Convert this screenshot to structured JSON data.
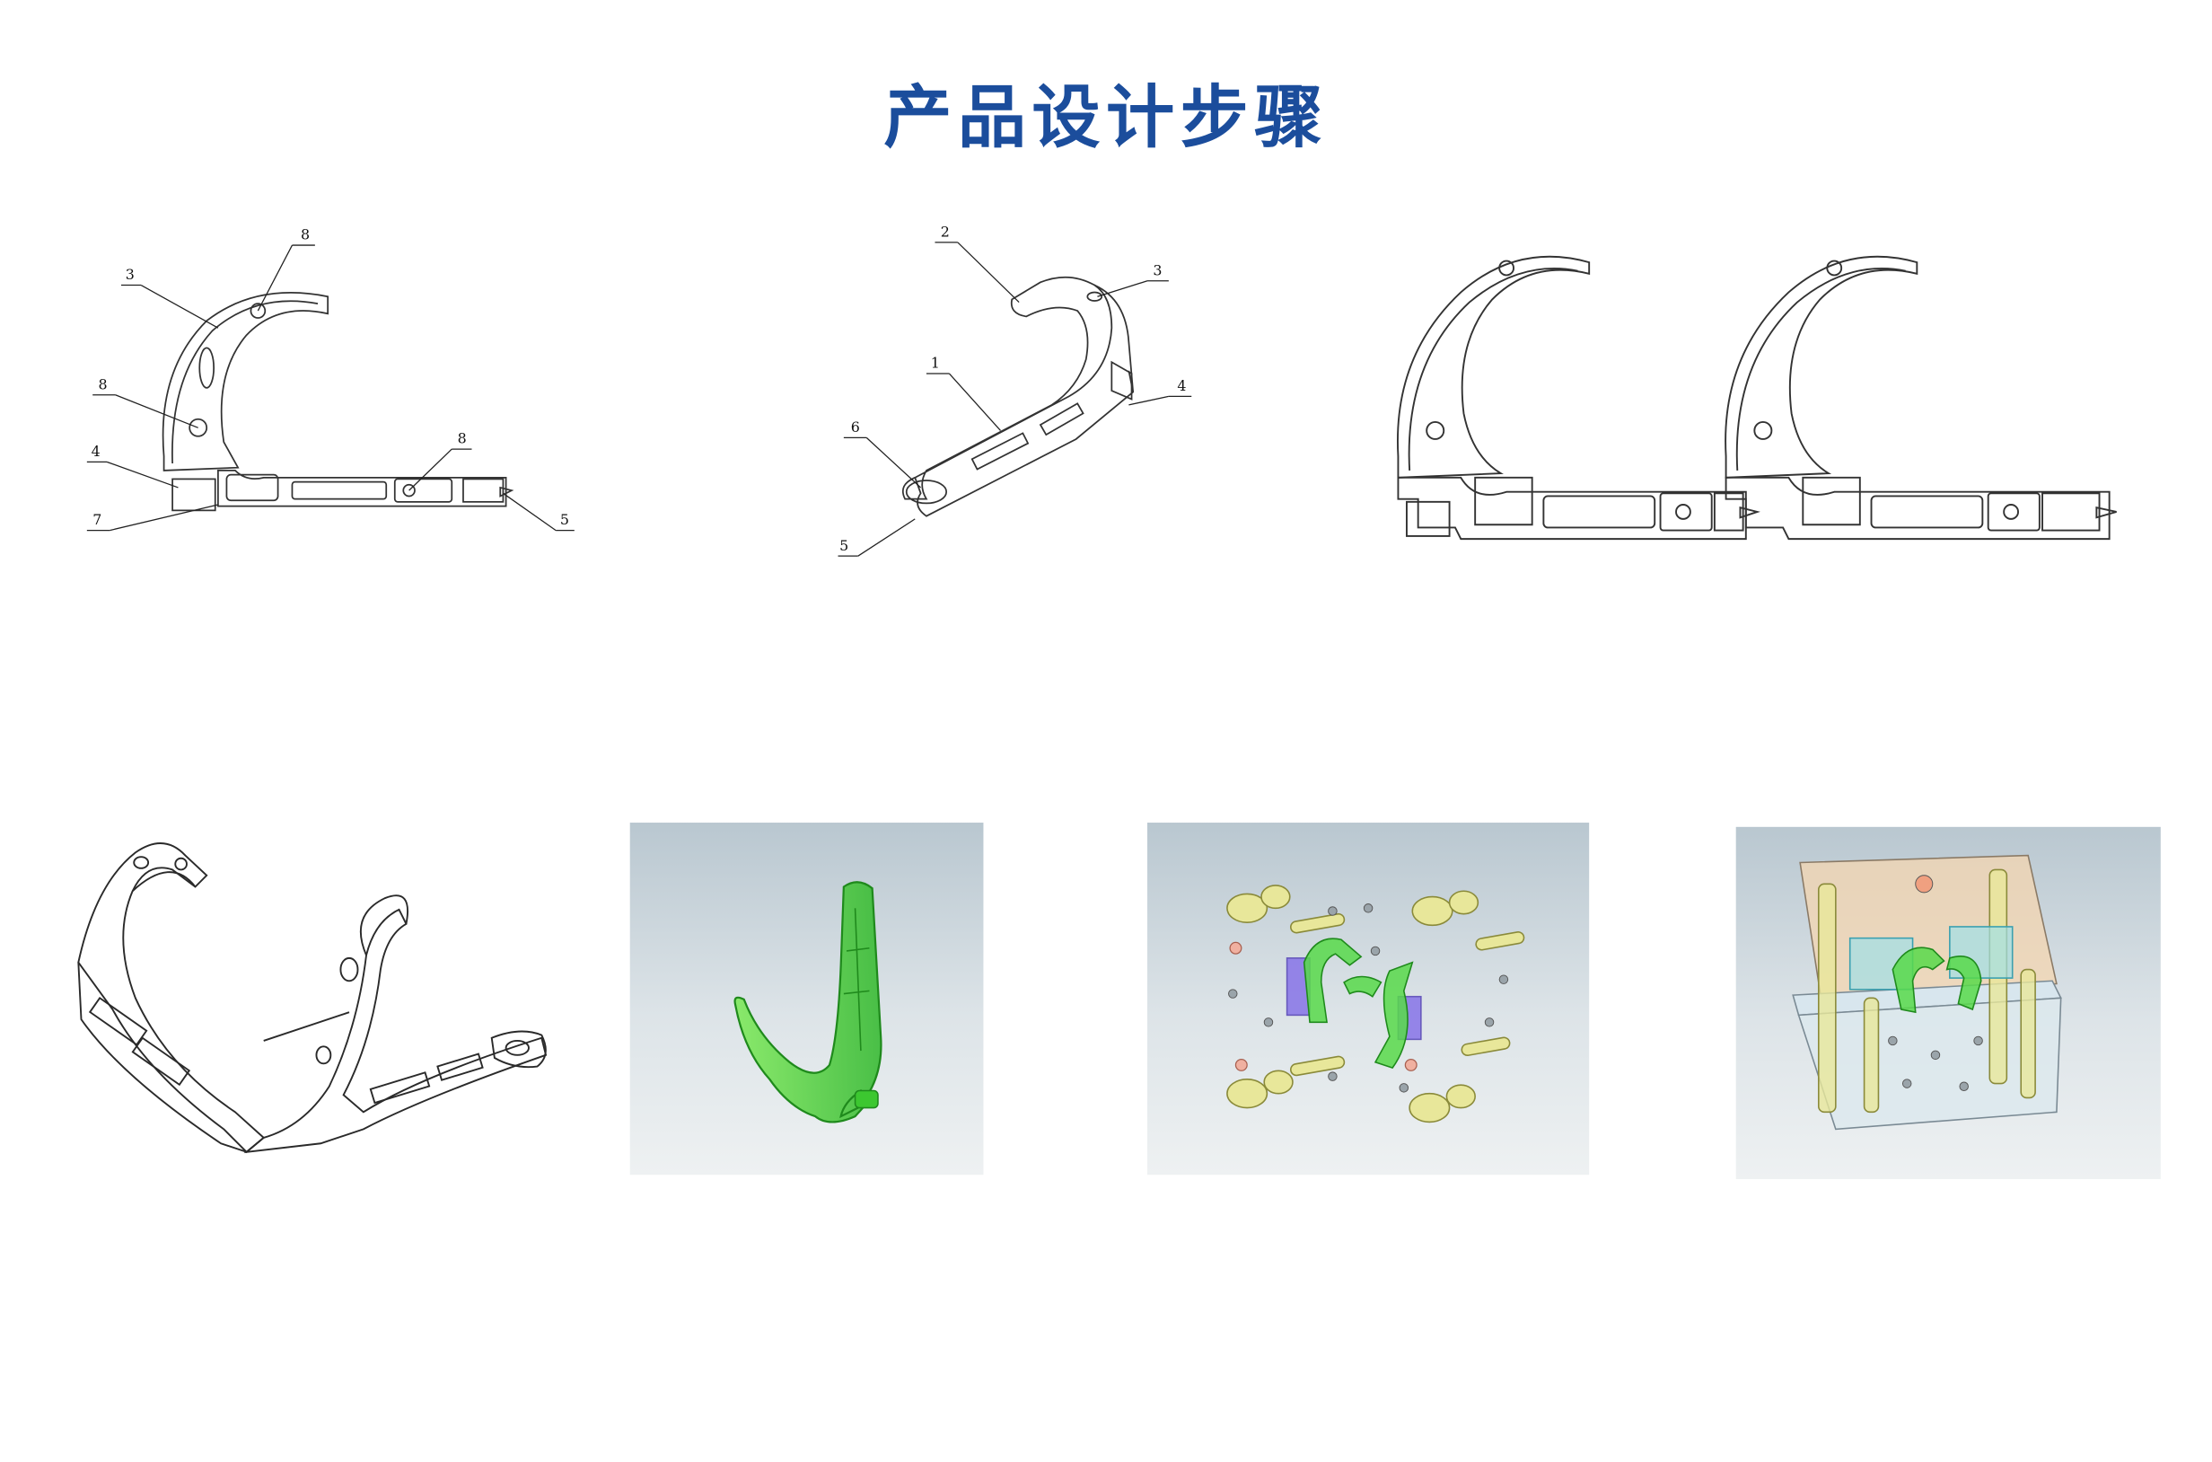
{
  "title": "产品设计步骤",
  "figures": {
    "drawing_front": {
      "callouts": [
        "8",
        "3",
        "8",
        "8",
        "4",
        "7",
        "5"
      ]
    },
    "drawing_iso": {
      "callouts": [
        "2",
        "3",
        "1",
        "4",
        "6",
        "5"
      ]
    },
    "drawing_double": {},
    "render_line": {},
    "render_part_green": {},
    "render_mold_exploded": {},
    "render_mold_assembly": {}
  },
  "colors": {
    "title": "#1b4d9c",
    "part_green": "#4fd63a",
    "panel_top": "#b9c7d0",
    "panel_bottom": "#eef1f2"
  }
}
